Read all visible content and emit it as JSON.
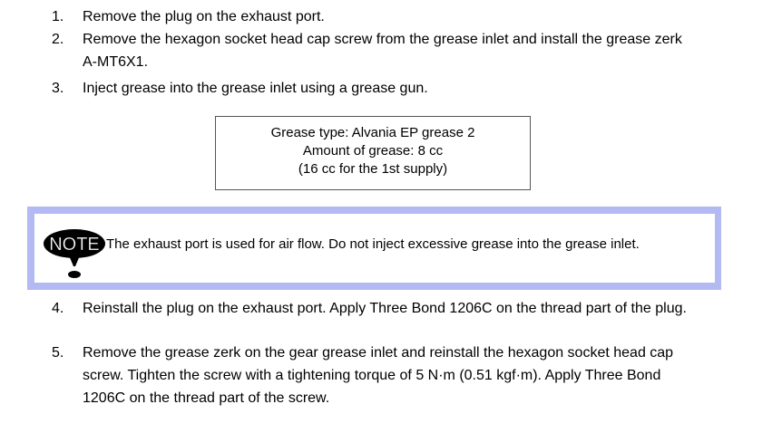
{
  "steps_before": [
    {
      "num": "1.",
      "text": "Remove the plug on the exhaust port."
    },
    {
      "num": "2.",
      "text": "Remove the hexagon socket head cap screw from the grease inlet and install the grease zerk A-MT6X1."
    },
    {
      "num": "3.",
      "text": "Inject grease into the grease inlet using a grease gun."
    }
  ],
  "spec": {
    "line1": "Grease type: Alvania EP grease 2",
    "line2": "Amount of grease: 8 cc",
    "line3": "(16 cc for the 1st supply)"
  },
  "note": {
    "icon_label": "NOTE",
    "text": "The exhaust port is used for air flow.  Do not inject excessive grease into the grease inlet."
  },
  "steps_after": [
    {
      "num": "4.",
      "text": "Reinstall the plug on the exhaust port.  Apply Three Bond 1206C on the thread part of the plug."
    },
    {
      "num": "5.",
      "text": "Remove the grease zerk on the gear grease inlet and reinstall the hexagon socket head cap screw.  Tighten the screw with a tightening torque of 5 N·m (0.51 kgf·m).  Apply Three Bond 1206C on the thread part of the screw."
    }
  ]
}
